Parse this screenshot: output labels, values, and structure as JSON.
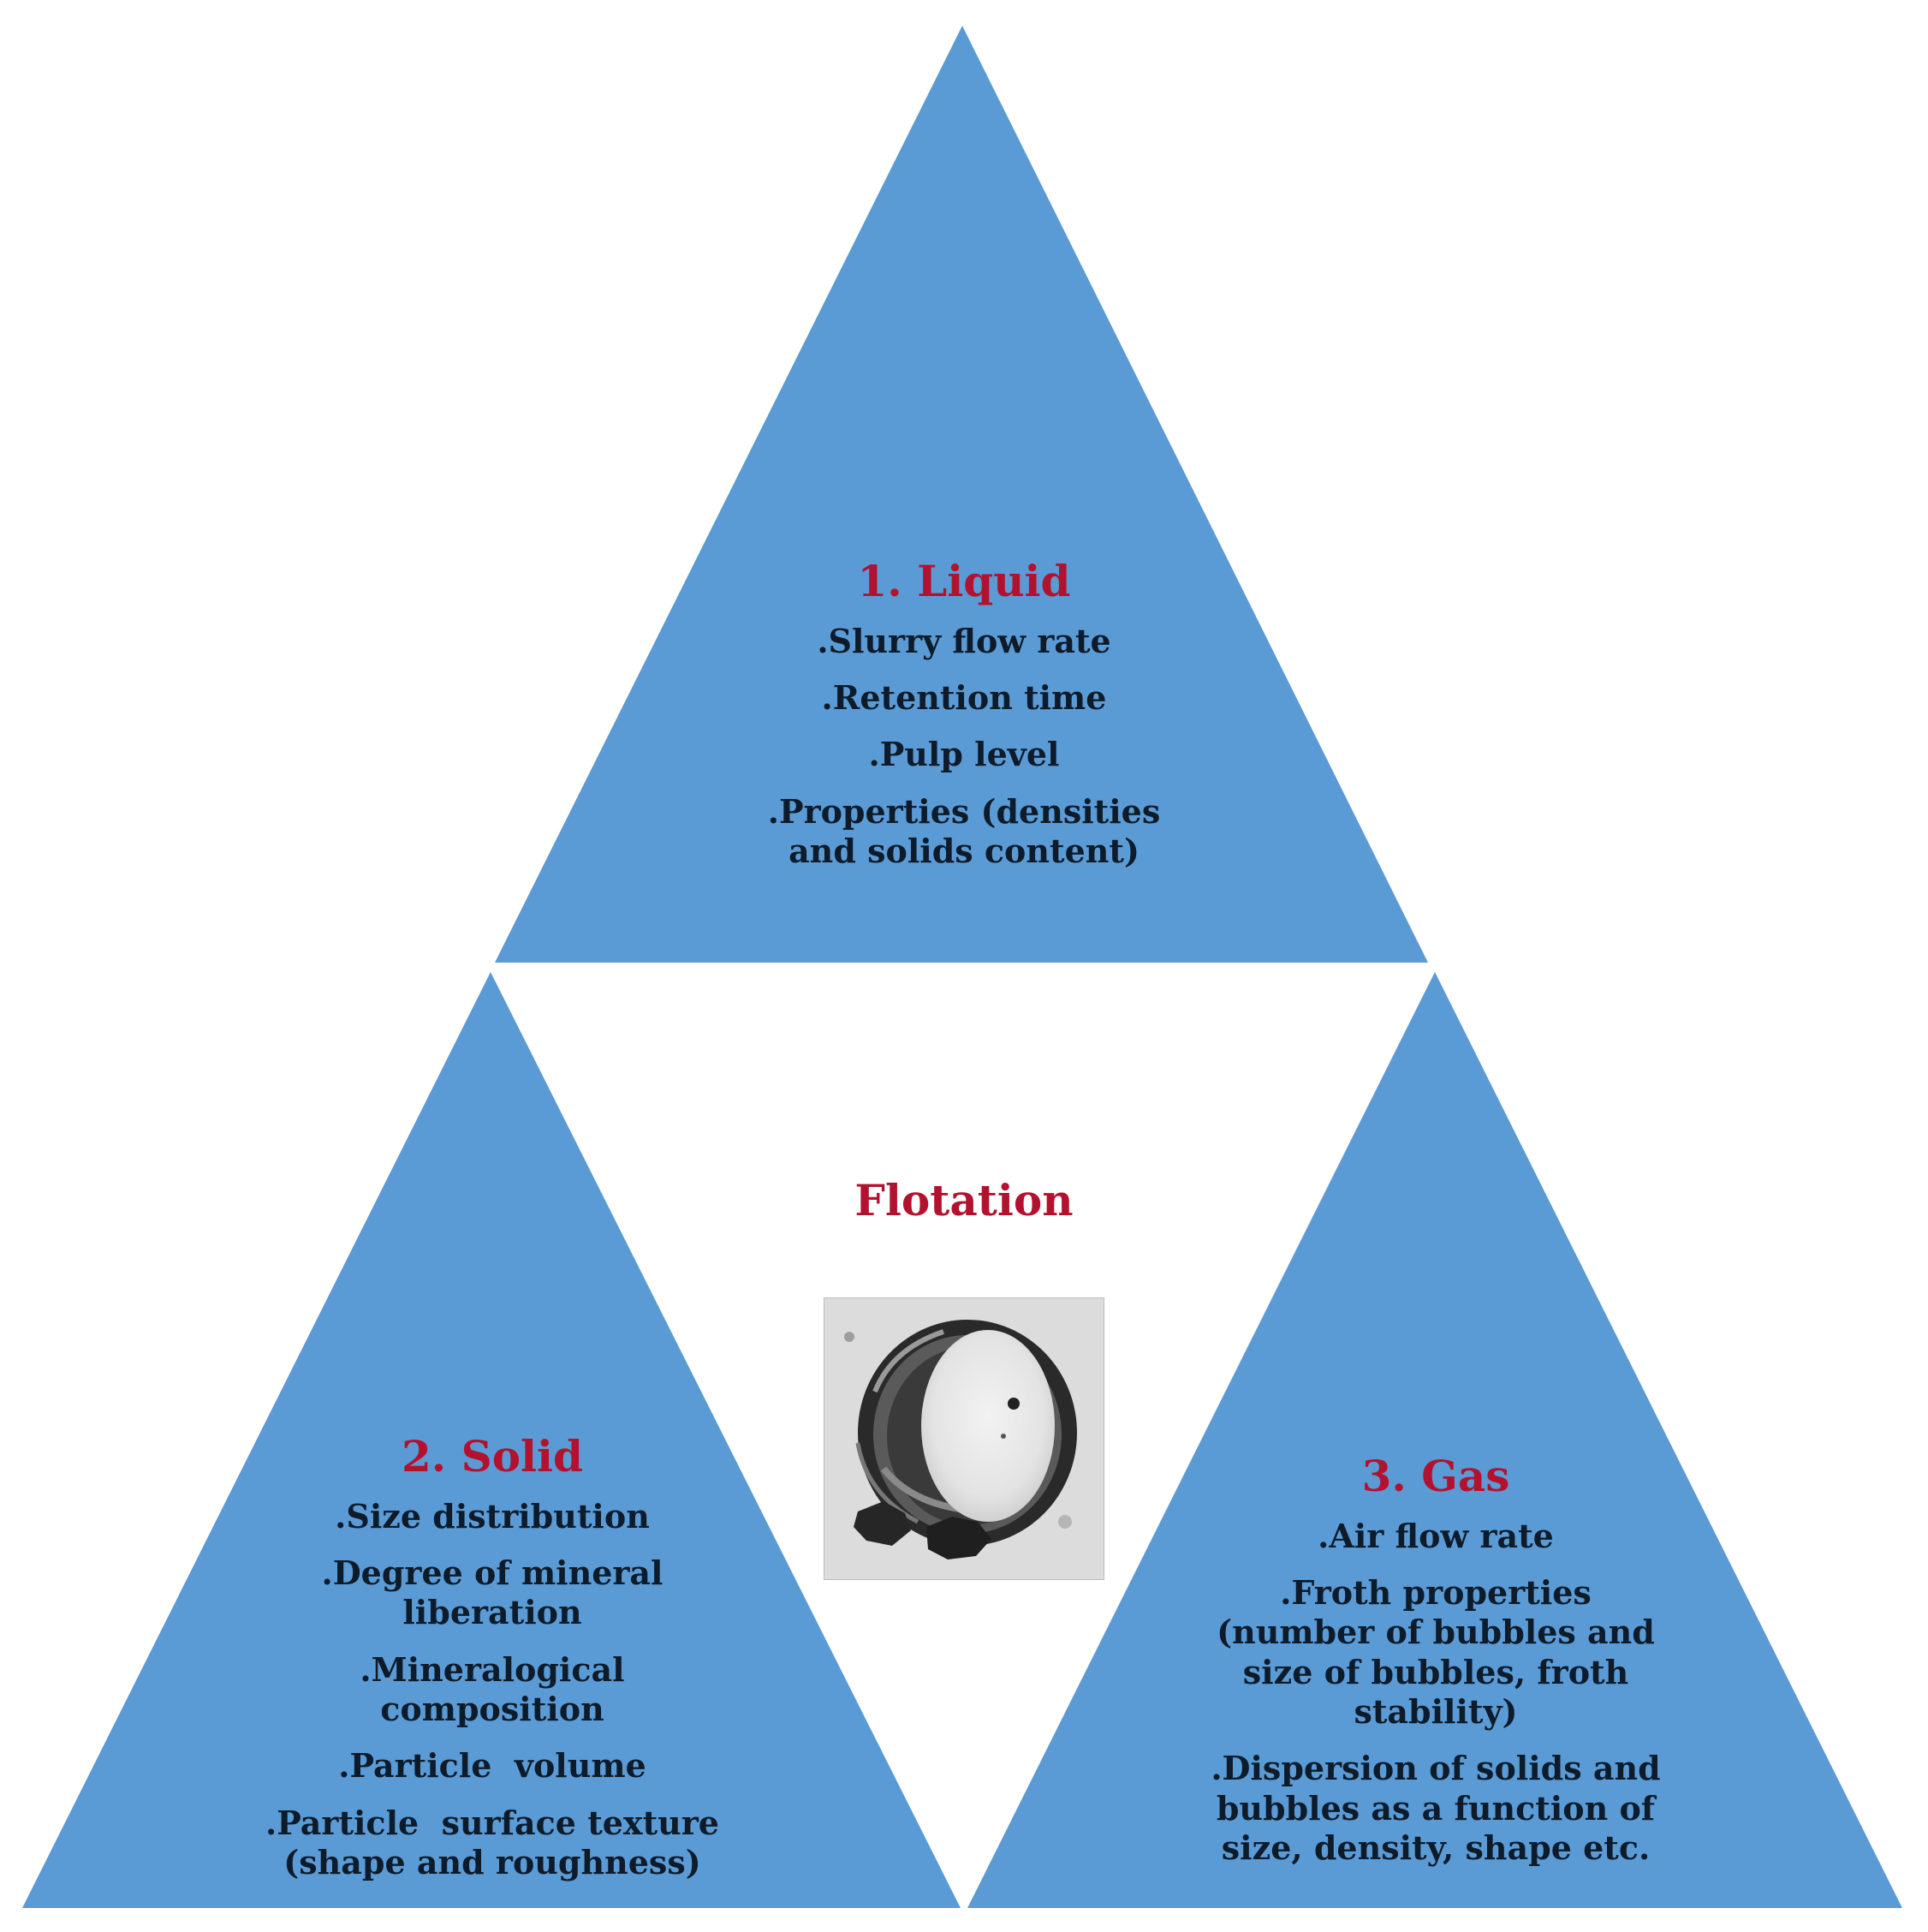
{
  "center": {
    "title": "Flotation"
  },
  "colors": {
    "triangle_fill": "#5b9bd5",
    "heading": "#b3122e",
    "text": "#0d1b2a",
    "background": "#ffffff"
  },
  "liquid": {
    "heading": "1. Liquid",
    "items": [
      ".Slurry flow rate",
      ".Retention time",
      ".Pulp level",
      ".Properties (densities\nand solids content)"
    ]
  },
  "solid": {
    "heading": "2. Solid",
    "items": [
      ".Size distribution",
      ".Degree of mineral\nliberation",
      ".Mineralogical\ncomposition",
      ".Particle  volume",
      ".Particle  surface texture\n(shape and roughness)"
    ]
  },
  "gas": {
    "heading": "3. Gas",
    "items": [
      ".Air flow rate",
      ".Froth properties\n(number of bubbles and\nsize of bubbles, froth\nstability)",
      ".Dispersion of solids and\nbubbles as a function of\nsize, density, shape etc."
    ]
  },
  "photo": {
    "icon": "bubble-particle-photo-icon"
  }
}
